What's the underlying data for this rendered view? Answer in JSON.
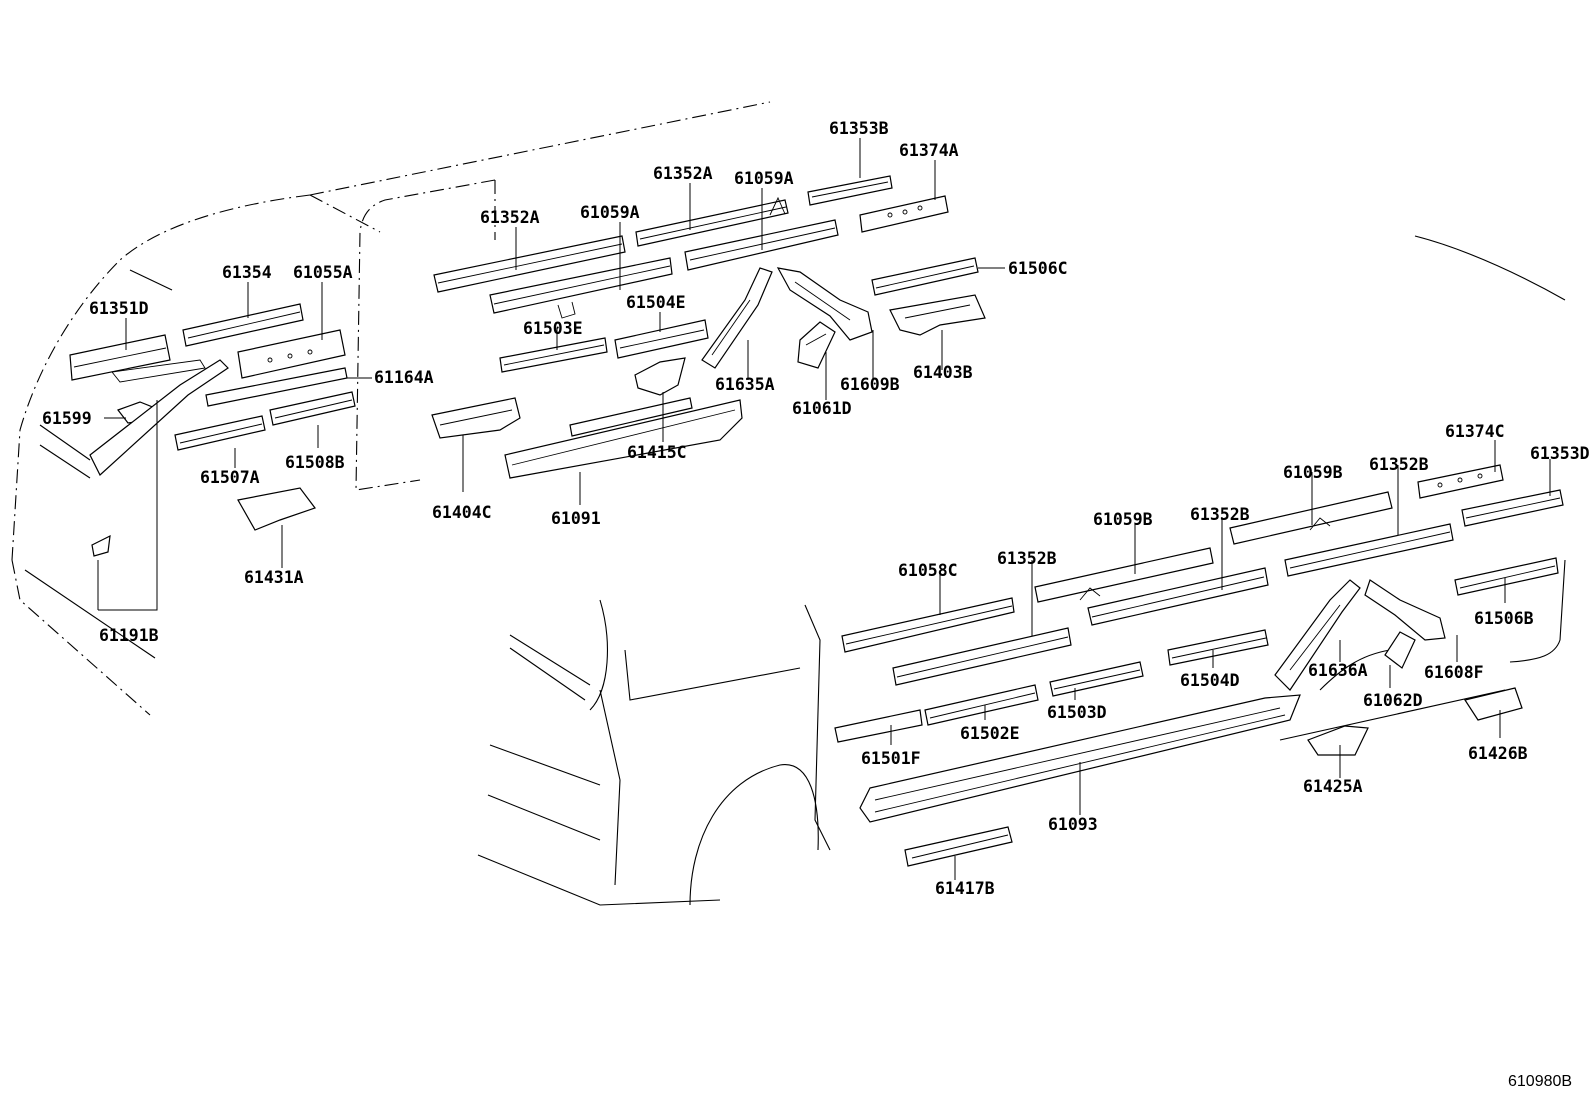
{
  "diagram_code": "610980B",
  "labels": {
    "p61353B": "61353B",
    "p61374A": "61374A",
    "p61352A_1": "61352A",
    "p61059A_1": "61059A",
    "p61352A_2": "61352A",
    "p61059A_2": "61059A",
    "p61506C": "61506C",
    "p61354": "61354",
    "p61055A": "61055A",
    "p61351D": "61351D",
    "p61504E": "61504E",
    "p61503E": "61503E",
    "p61635A": "61635A",
    "p61609B": "61609B",
    "p61403B": "61403B",
    "p61061D": "61061D",
    "p61164A": "61164A",
    "p61599": "61599",
    "p61507A": "61507A",
    "p61508B": "61508B",
    "p61415C": "61415C",
    "p61404C": "61404C",
    "p61091": "61091",
    "p61431A": "61431A",
    "p61191B": "61191B",
    "p61374C": "61374C",
    "p61353D": "61353D",
    "p61059B_1": "61059B",
    "p61352B_1": "61352B",
    "p61059B_2": "61059B",
    "p61352B_2": "61352B",
    "p61058C": "61058C",
    "p61352B_3": "61352B",
    "p61506B": "61506B",
    "p61504D": "61504D",
    "p61636A": "61636A",
    "p61608F": "61608F",
    "p61062D": "61062D",
    "p61503D": "61503D",
    "p61502E": "61502E",
    "p61501F": "61501F",
    "p61426B": "61426B",
    "p61425A": "61425A",
    "p61093": "61093",
    "p61417B": "61417B"
  }
}
